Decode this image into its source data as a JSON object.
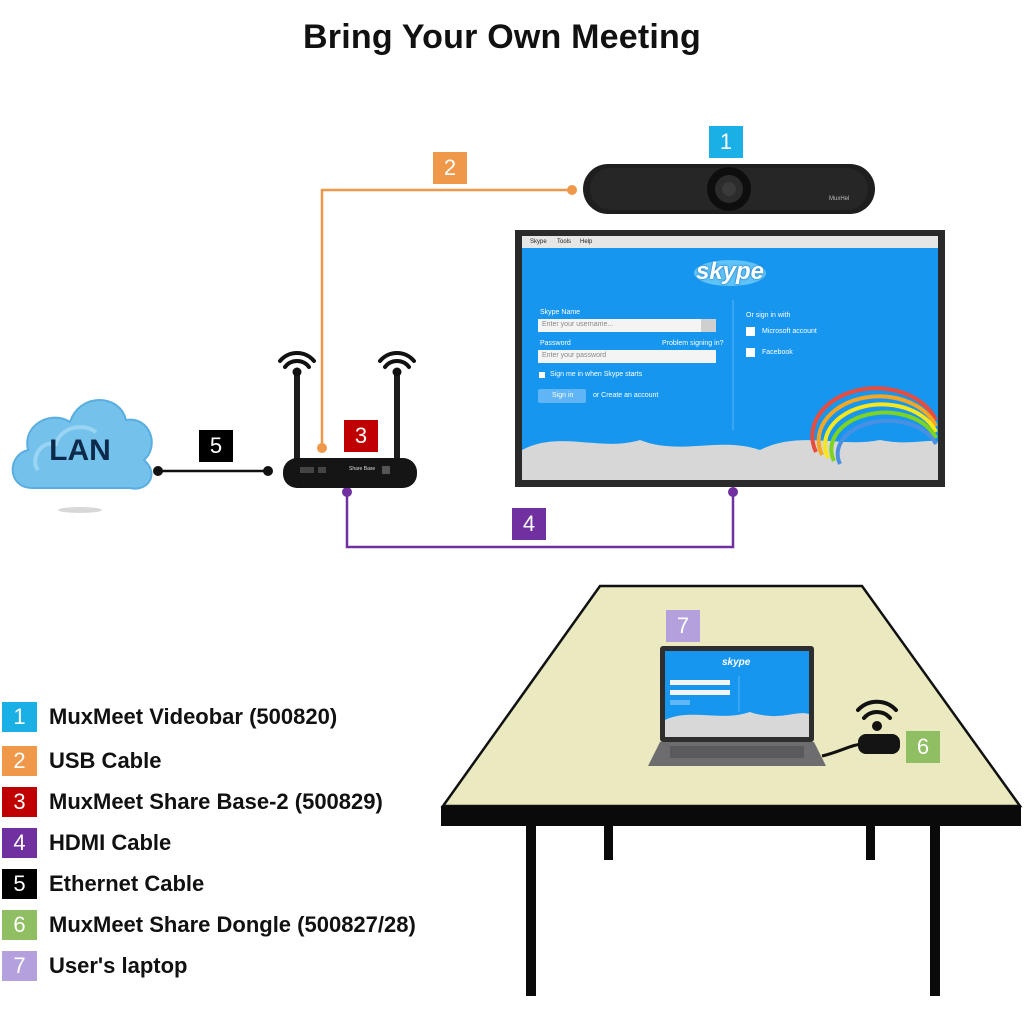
{
  "title": "Bring Your Own Meeting",
  "colors": {
    "videobar": "#1ab0e6",
    "usb": "#f0984a",
    "share_base": "#c00000",
    "hdmi": "#7030a0",
    "ethernet": "#000000",
    "dongle": "#8fbf62",
    "laptop": "#b4a0dc",
    "table_top": "#ebe9c0",
    "skype_blue": "#1796f0"
  },
  "badges": {
    "b1": "1",
    "b2": "2",
    "b3": "3",
    "b4": "4",
    "b5": "5",
    "b6": "6",
    "b7": "7"
  },
  "lan_label": "LAN",
  "screen": {
    "menu": [
      "Skype",
      "Tools",
      "Help"
    ],
    "logo": "skype",
    "name_label": "Skype Name",
    "name_placeholder": "Enter your username...",
    "password_label": "Password",
    "password_link": "Problem signing in?",
    "password_placeholder": "Enter your password",
    "remember": "Sign me in when Skype starts",
    "signin_button": "Sign in",
    "or_create": "or   Create an account",
    "signin_with": "Or sign in with",
    "microsoft": "Microsoft account",
    "facebook": "Facebook"
  },
  "videobar_brand": "MuxHel",
  "router_label": "Share Base",
  "laptop_logo": "skype",
  "legend": [
    {
      "num": "1",
      "label": "MuxMeet Videobar (500820)",
      "color": "#1ab0e6"
    },
    {
      "num": "2",
      "label": "USB Cable",
      "color": "#f0984a"
    },
    {
      "num": "3",
      "label": "MuxMeet Share Base-2 (500829)",
      "color": "#c00000"
    },
    {
      "num": "4",
      "label": "HDMI Cable",
      "color": "#7030a0"
    },
    {
      "num": "5",
      "label": "Ethernet Cable",
      "color": "#000000"
    },
    {
      "num": "6",
      "label": "MuxMeet Share Dongle (500827/28)",
      "color": "#8fbf62"
    },
    {
      "num": "7",
      "label": "User's laptop",
      "color": "#b4a0dc"
    }
  ]
}
